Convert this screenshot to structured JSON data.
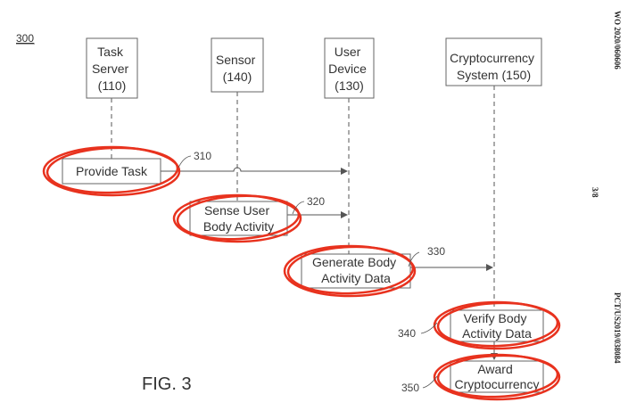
{
  "figure_number": "300",
  "figure_caption": "FIG. 3",
  "side_text": {
    "top": "WO 2020/060606",
    "middle": "3/8",
    "bottom": "PCT/US2019/038084"
  },
  "entities": [
    {
      "id": "task-server",
      "lines": [
        "Task",
        "Server",
        "(110)"
      ]
    },
    {
      "id": "sensor",
      "lines": [
        "Sensor",
        "(140)"
      ]
    },
    {
      "id": "user-device",
      "lines": [
        "User",
        "Device",
        "(130)"
      ]
    },
    {
      "id": "crypto-system",
      "lines": [
        "Cryptocurrency",
        "System (150)"
      ]
    }
  ],
  "steps": [
    {
      "id": "provide-task",
      "ref": "310",
      "lines": [
        "Provide Task"
      ]
    },
    {
      "id": "sense-user",
      "ref": "320",
      "lines": [
        "Sense User",
        "Body Activity"
      ]
    },
    {
      "id": "generate-data",
      "ref": "330",
      "lines": [
        "Generate Body",
        "Activity Data"
      ]
    },
    {
      "id": "verify-data",
      "ref": "340",
      "lines": [
        "Verify Body",
        "Activity Data"
      ]
    },
    {
      "id": "award-crypto",
      "ref": "350",
      "lines": [
        "Award",
        "Cryptocurrency"
      ]
    }
  ],
  "colors": {
    "line": "#555555",
    "box_border": "#666666",
    "highlight": "#e8321e",
    "text": "#333333"
  }
}
